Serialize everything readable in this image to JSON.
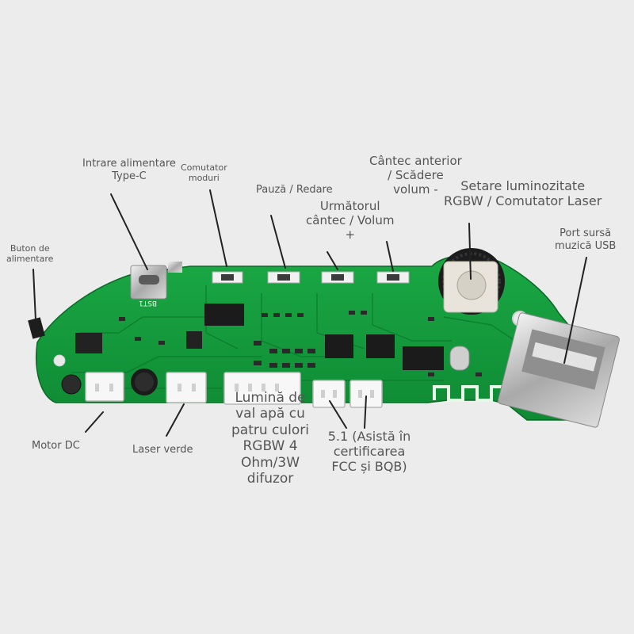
{
  "labels": {
    "power_button": [
      "Buton de",
      "alimentare"
    ],
    "type_c_input": [
      "Intrare alimentare",
      "Type-C"
    ],
    "mode_switch": [
      "Comutator",
      "moduri"
    ],
    "pause_play": [
      "Pauză / Redare"
    ],
    "next_song": [
      "Următorul",
      "cântec / Volum",
      "+"
    ],
    "prev_song": [
      "Cântec anterior",
      "/ Scădere",
      "volum -"
    ],
    "brightness": [
      "Setare luminozitate",
      "RGBW / Comutator Laser"
    ],
    "usb_port": [
      "Port sursă",
      "muzică USB"
    ],
    "dc_motor": [
      "Motor DC"
    ],
    "green_laser": [
      "Laser verde"
    ],
    "water_light": [
      "Lumină de",
      "val apă cu",
      "patru culori",
      "RGBW 4",
      "Ohm/3W",
      "difuzor"
    ],
    "bluetooth": [
      "5.1 (Asistă în",
      "certificarea",
      "FCC și BQB)"
    ]
  },
  "colors": {
    "pcb": "#169a3c",
    "pcb_dark": "#0f7f30",
    "background": "#ececec",
    "label_text": "#555555",
    "pointer": "#222222"
  },
  "board_markings": {
    "chip_label": "BST1"
  }
}
